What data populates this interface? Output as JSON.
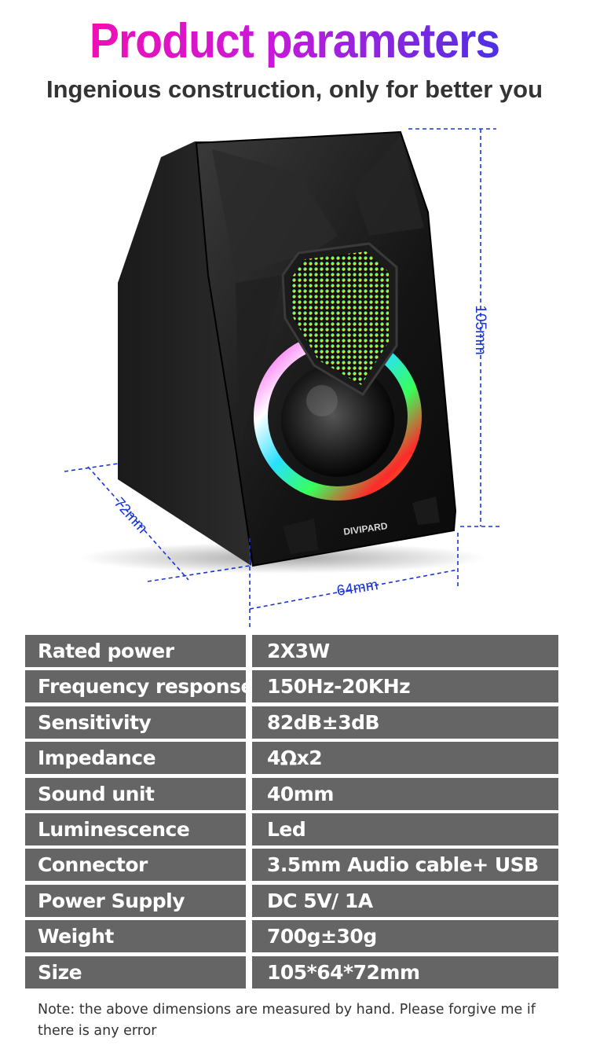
{
  "header": {
    "title": "Product parameters",
    "subtitle": "Ingenious construction, only for better you"
  },
  "product": {
    "brand": "DIVIPARD",
    "height_label": "105mm",
    "width_label": "64mm",
    "depth_label": "72mm"
  },
  "specs": [
    {
      "label": "Rated power",
      "value": "2X3W"
    },
    {
      "label": "Frequency response",
      "value": "150Hz-20KHz"
    },
    {
      "label": "Sensitivity",
      "value": "82dB±3dB"
    },
    {
      "label": "Impedance",
      "value": "4Ωx2"
    },
    {
      "label": "Sound unit",
      "value": "40mm"
    },
    {
      "label": "Luminescence",
      "value": "Led"
    },
    {
      "label": "Connector",
      "value": "3.5mm Audio cable+ USB"
    },
    {
      "label": "Power Supply",
      "value": "DC 5V/ 1A"
    },
    {
      "label": "Weight",
      "value": "700g±30g"
    },
    {
      "label": "Size",
      "value": "105*64*72mm"
    }
  ],
  "note": "Note: the above dimensions are measured by hand. Please forgive me if there is any error",
  "colors": {
    "title_gradient_start": "#ff0aa8",
    "title_gradient_end": "#2a36e8",
    "table_cell": "#656565",
    "dimension_lines": "#1a35d6"
  }
}
